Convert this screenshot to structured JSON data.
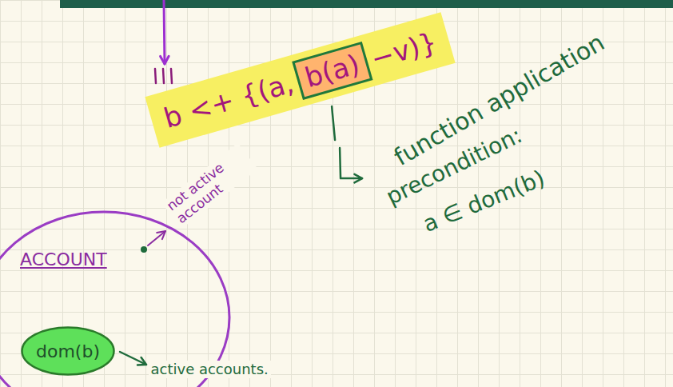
{
  "diagram": {
    "nodes": [
      {
        "text": [
          "b <+ {(a,",
          "−v)}"
        ]
      },
      {
        "text": [
          "b(a)"
        ],
        "in": 0
      },
      {
        "text": [
          "ACCOUNT"
        ]
      },
      {
        "text": [
          "dom(b)"
        ],
        "in": 2
      }
    ],
    "labels": [
      "function application",
      "precondition:",
      "a ∈ dom(b)",
      "not active account",
      "active accounts."
    ]
  }
}
